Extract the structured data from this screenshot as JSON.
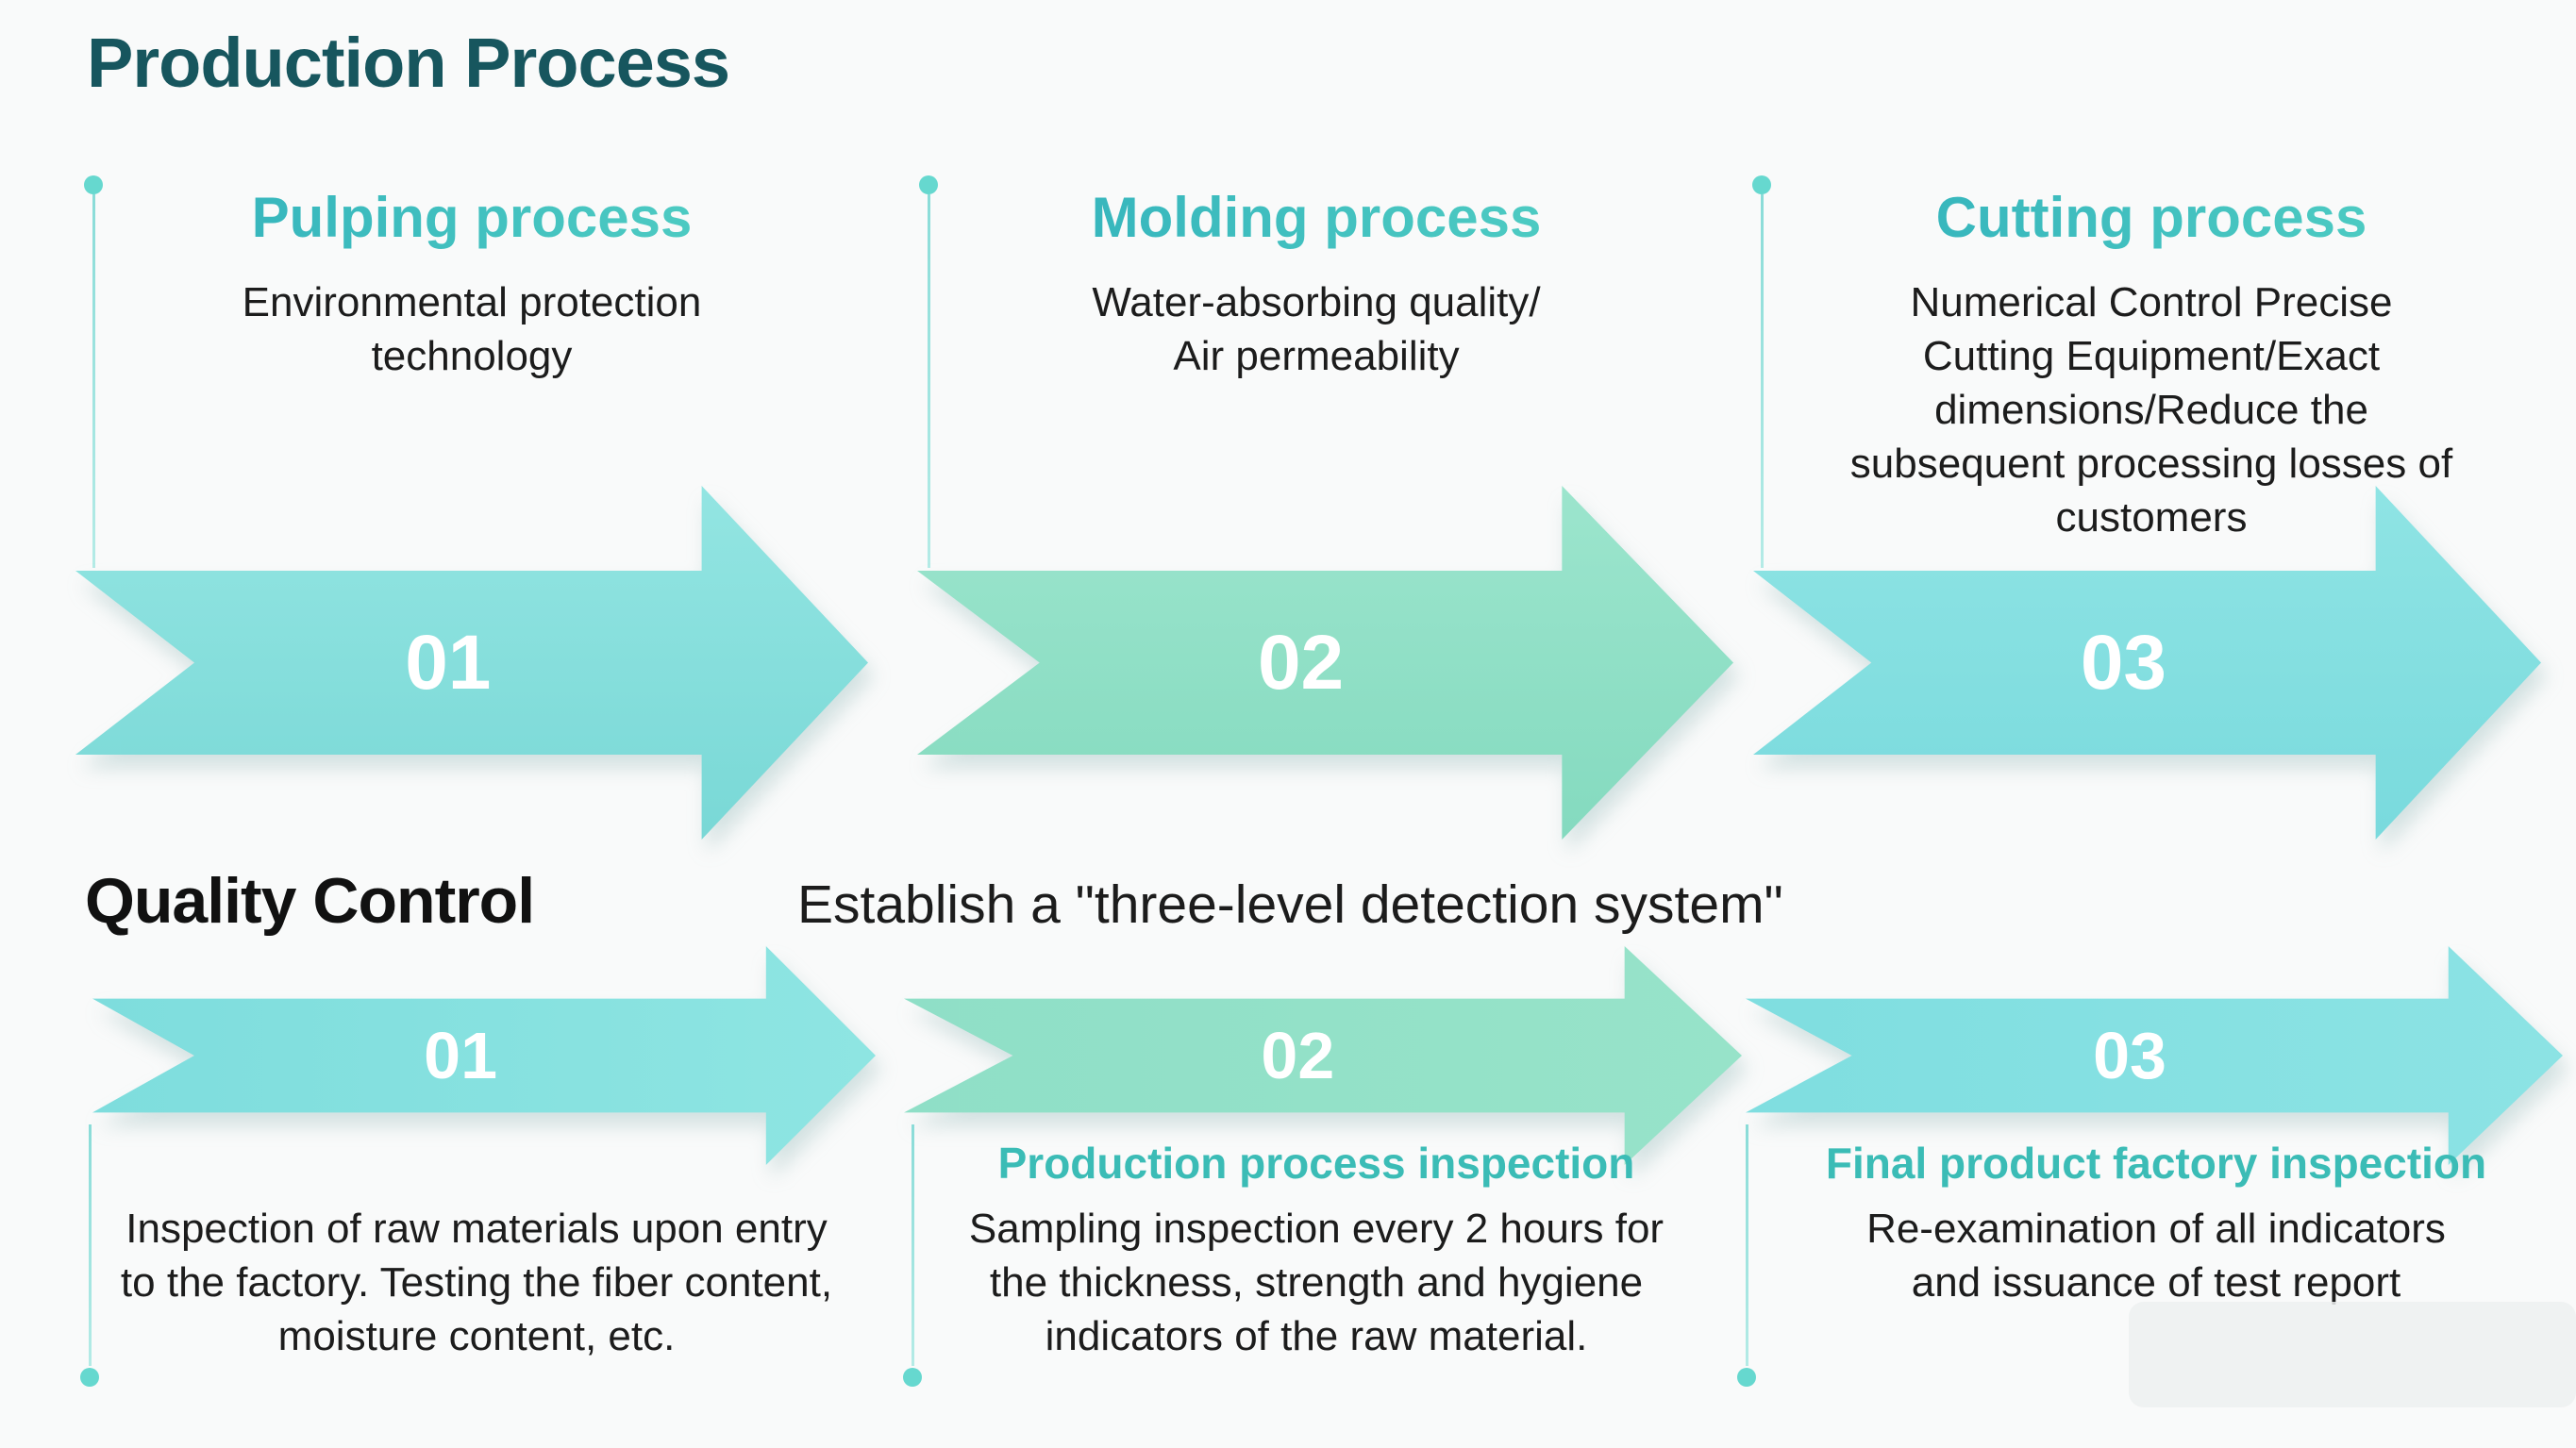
{
  "production": {
    "title": "Production Process",
    "steps": [
      {
        "number": "01",
        "heading": "Pulping process",
        "description": "Environmental protection\ntechnology"
      },
      {
        "number": "02",
        "heading": "Molding process",
        "description": "Water-absorbing quality/\nAir permeability"
      },
      {
        "number": "03",
        "heading": "Cutting process",
        "description": "Numerical Control Precise\nCutting Equipment/Exact\ndimensions/Reduce the\nsubsequent processing losses of\ncustomers"
      }
    ]
  },
  "quality": {
    "title": "Quality Control",
    "subtitle": "Establish a \"three-level detection system\"",
    "steps": [
      {
        "number": "01",
        "heading": "",
        "description": "Inspection of raw materials upon entry\nto the factory. Testing the fiber content,\nmoisture content, etc."
      },
      {
        "number": "02",
        "heading": "Production process inspection",
        "description": "Sampling inspection every 2 hours for\nthe thickness, strength and hygiene\nindicators of the raw material."
      },
      {
        "number": "03",
        "heading": "Final product factory inspection",
        "description": "Re-examination of all indicators\nand issuance of test report"
      }
    ]
  },
  "colors": {
    "title_dark_teal": "#17565e",
    "heading_teal": "#3bbcbc",
    "arrow_turquoise": "#7edddd",
    "arrow_green": "#8fdfc7",
    "timeline_dot": "#66d8cf",
    "body_text": "#1c1c1c",
    "background": "#f9fafa"
  }
}
